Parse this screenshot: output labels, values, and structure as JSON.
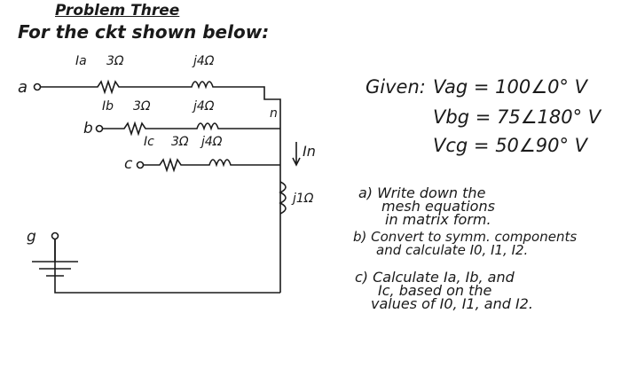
{
  "header": {
    "title": "Problem Three",
    "subtitle": "For the ckt shown below:"
  },
  "circuit": {
    "row_a": {
      "current": "Ia",
      "resistance": "3Ω",
      "reactance": "j4Ω",
      "node": "a"
    },
    "row_b": {
      "current": "Ib",
      "resistance": "3Ω",
      "reactance": "j4Ω",
      "node": "b"
    },
    "row_c": {
      "current": "Ic",
      "resistance": "3Ω",
      "reactance": "j4Ω",
      "node": "c"
    },
    "neutral_node": "n",
    "neutral_current": "In",
    "ground_impedance": "j1Ω",
    "ground_node": "g"
  },
  "given": {
    "label": "Given:",
    "vag": "Vag = 100∠0° V",
    "vbg": "Vbg = 75∠180° V",
    "vcg": "Vcg = 50∠90° V"
  },
  "questions": {
    "a": [
      "a) Write down the",
      "mesh equations",
      "in matrix form."
    ],
    "b": [
      "b) Convert to symm. components",
      "and calculate I0, I1, I2."
    ],
    "c": [
      "c) Calculate Ia, Ib, and",
      "Ic, based on the",
      "values of I0, I1, and I2."
    ]
  }
}
